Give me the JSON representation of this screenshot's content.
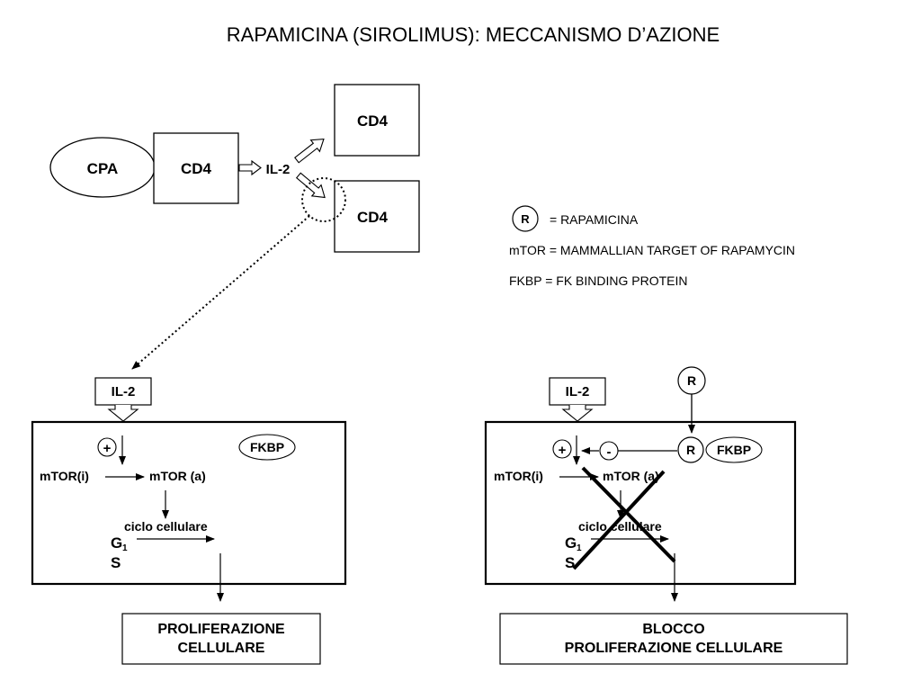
{
  "title": "RAPAMICINA (SIROLIMUS): MECCANISMO D’AZIONE",
  "top": {
    "cpa": "CPA",
    "cd4_main": "CD4",
    "il2": "IL-2",
    "cd4_upper": "CD4",
    "cd4_lower": "CD4"
  },
  "legend": {
    "r_symbol": "R",
    "r_text": "= RAPAMICINA",
    "mtor_text": "mTOR = MAMMALLIAN TARGET OF RAPAMYCIN",
    "fkbp_text": "FKBP = FK BINDING PROTEIN"
  },
  "left_panel": {
    "il2": "IL-2",
    "plus": "+",
    "fkbp": "FKBP",
    "mtor_i": "mTOR(i)",
    "mtor_a": "mTOR (a)",
    "cycle": "ciclo cellulare",
    "g": "G",
    "g_sub": "1",
    "s": "S",
    "result_line1": "PROLIFERAZIONE",
    "result_line2": "CELLULARE"
  },
  "right_panel": {
    "il2": "IL-2",
    "r_top": "R",
    "plus": "+",
    "minus": "-",
    "r_bound": "R",
    "fkbp": "FKBP",
    "mtor_i": "mTOR(i)",
    "mtor_a": "mTOR (a)",
    "cycle": "ciclo cellulare",
    "g": "G",
    "g_sub": "1",
    "s": "S",
    "result_line1": "BLOCCO",
    "result_line2": "PROLIFERAZIONE CELLULARE"
  }
}
